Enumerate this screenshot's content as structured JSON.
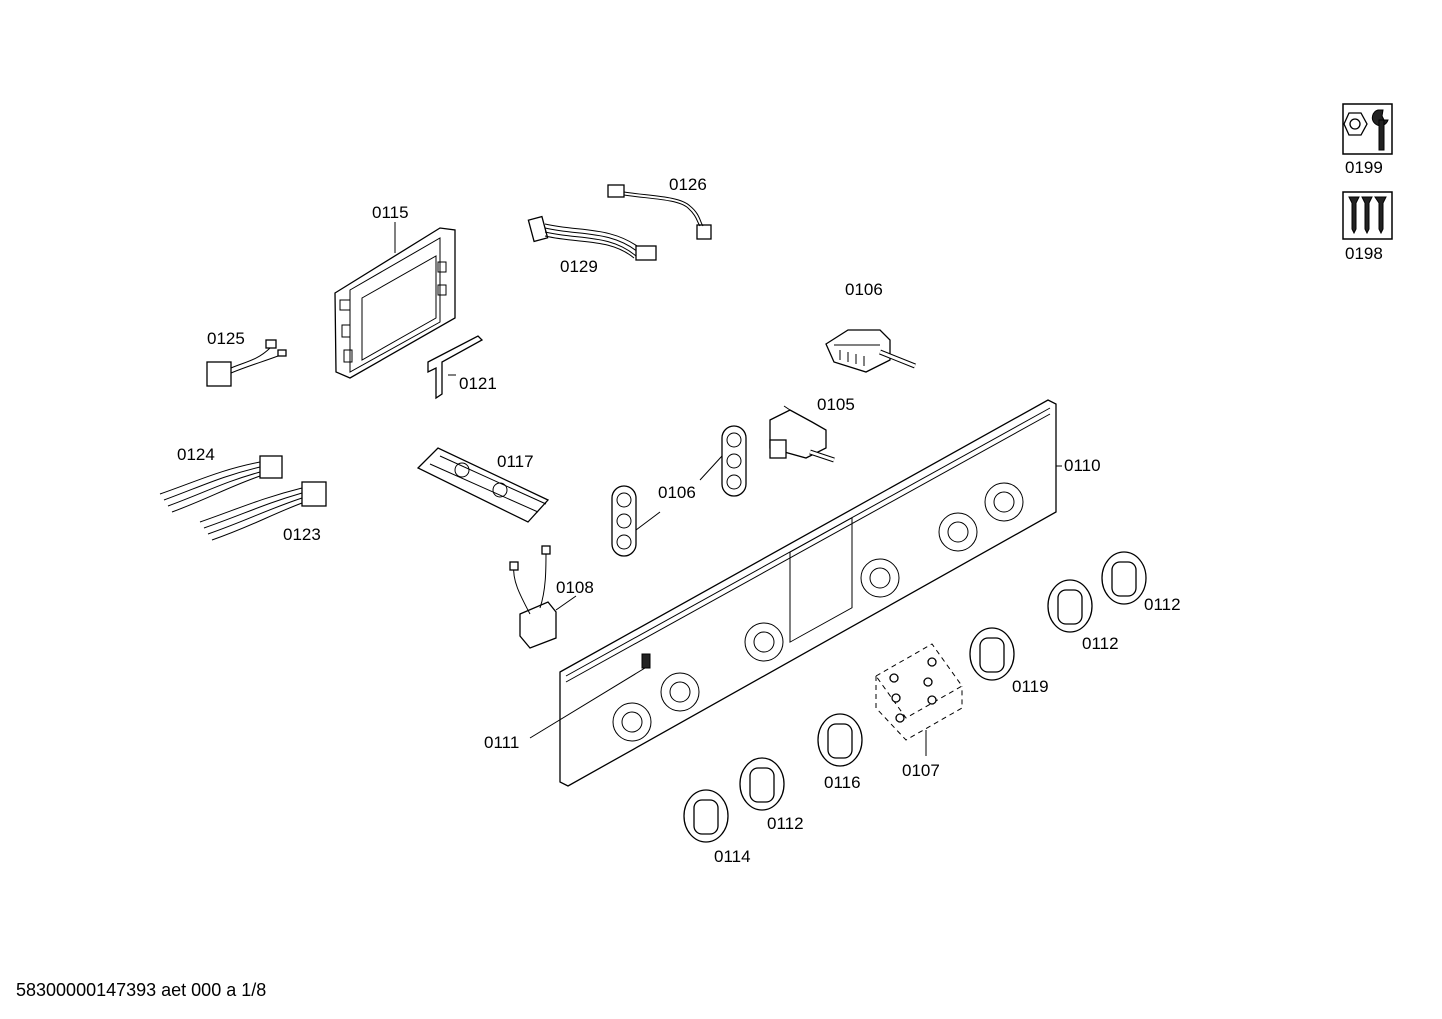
{
  "labels": {
    "p0199": "0199",
    "p0198": "0198",
    "p0126": "0126",
    "p0115": "0115",
    "p0129": "0129",
    "p0106a": "0106",
    "p0125": "0125",
    "p0121": "0121",
    "p0105": "0105",
    "p0124": "0124",
    "p0117": "0117",
    "p0106b": "0106",
    "p0110": "0110",
    "p0123": "0123",
    "p0108": "0108",
    "p0112a": "0112",
    "p0112b": "0112",
    "p0119": "0119",
    "p0111": "0111",
    "p0116": "0116",
    "p0107": "0107",
    "p0112c": "0112",
    "p0114": "0114"
  },
  "icons": {
    "service": "wrench-nut-icon",
    "screws": "screws-icon"
  },
  "footer": "58300000147393 aet 000 a 1/8"
}
